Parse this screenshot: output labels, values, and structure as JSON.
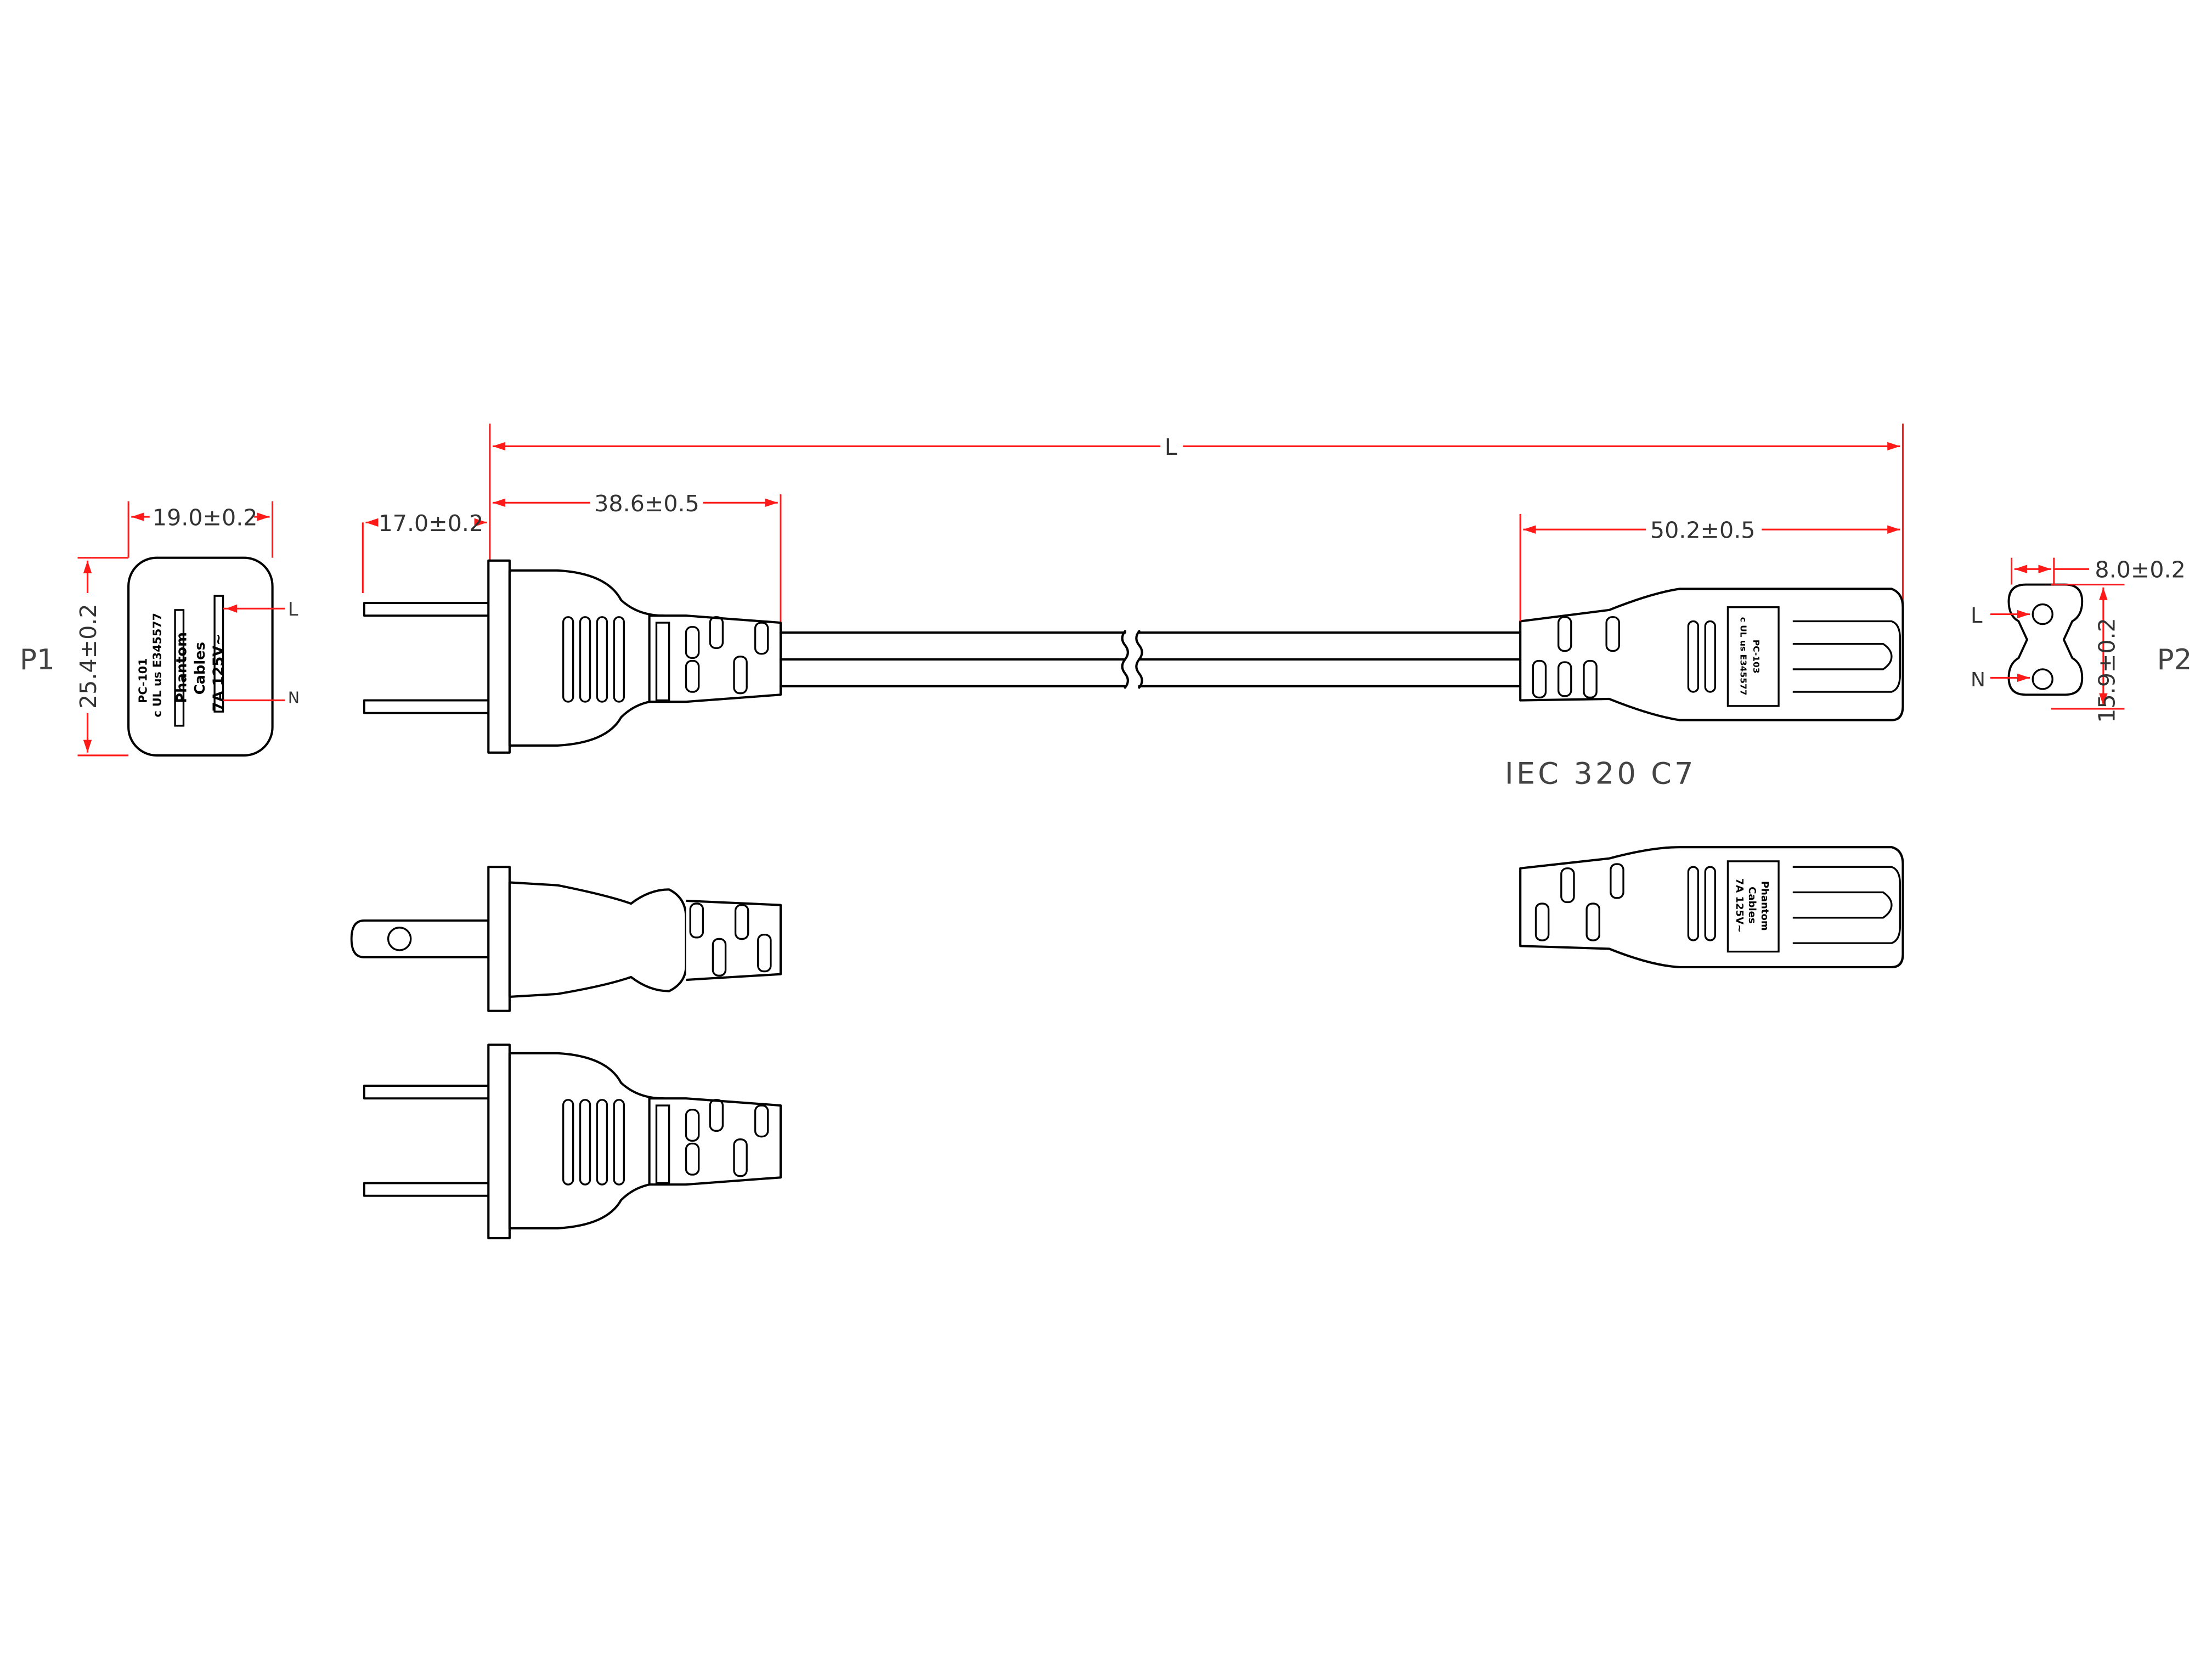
{
  "title": "IEC 320 C7",
  "overall_length_label": "L",
  "plug_end": {
    "label": "P1",
    "width_dim": "19.0±0.2",
    "height_dim": "25.4±0.2",
    "blade_dim": "17.0±0.2",
    "body_dim": "38.6±0.5",
    "pin_line": "L",
    "pin_neutral": "N",
    "face_text": [
      "PC-101",
      "c UL us E345577",
      "Phantom",
      "Cables",
      "7A 125V~"
    ]
  },
  "connector_end": {
    "label": "P2",
    "body_dim": "50.2±0.5",
    "width_dim": "8.0±0.2",
    "height_dim": "15.9±0.2",
    "pin_line": "L",
    "pin_neutral": "N",
    "face_text_top": [
      "PC-103",
      "c UL us E345577"
    ],
    "face_text_bottom": [
      "Phantom",
      "Cables",
      "7A 125V~"
    ]
  }
}
